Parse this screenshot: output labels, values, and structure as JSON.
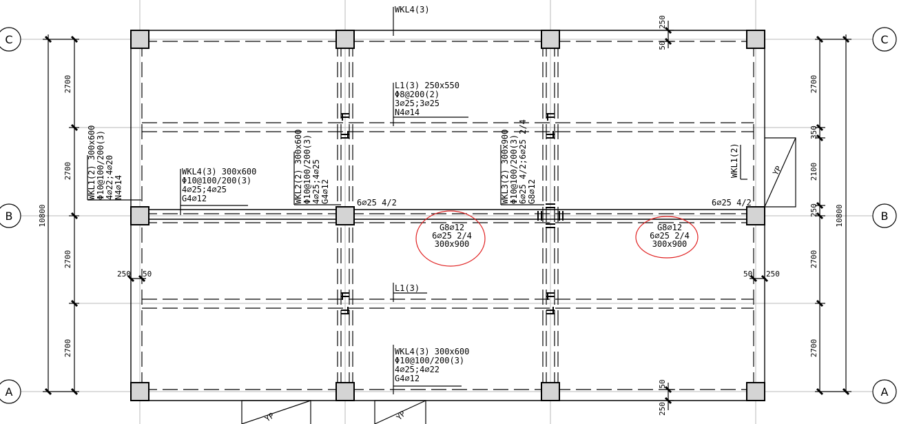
{
  "axes": {
    "c": "C",
    "b": "B",
    "a": "A"
  },
  "dimensions": {
    "left": [
      "2700",
      "2700",
      "2700",
      "2700"
    ],
    "left_total": "10800",
    "right": [
      "2700",
      "350",
      "2100",
      "250",
      "2700",
      "2700"
    ],
    "right_total": "10800",
    "top_offsets": [
      "250",
      "50"
    ],
    "bottom_offsets": [
      "50",
      "250"
    ],
    "mid_left": [
      "250",
      "50"
    ],
    "mid_right": [
      "50",
      "250"
    ]
  },
  "labels": {
    "wkl4_top": "WKL4(3)",
    "l1_first": [
      "L1(3) 250x550",
      "Φ8@200(2)",
      "3⌀25;3⌀25",
      "N4⌀14"
    ],
    "wkl4_mid": [
      "WKL4(3) 300x600",
      "Φ10@100/200(3)",
      "4⌀25;4⌀25",
      "G4⌀12"
    ],
    "wkl1_left": [
      "WKL1(2) 300x600",
      "Φ10@100/200(3)",
      "4⌀22;4⌀20",
      "N4⌀14"
    ],
    "wkl2": [
      "WKL2(2) 300x600",
      "Φ10@100/200(3)",
      "4⌀25;4⌀25",
      "G4⌀12"
    ],
    "wkl3": [
      "WKL3(2) 300x900",
      "Φ10@100/200(3)",
      "6⌀25 4/2;6⌀25 2/4",
      "G8⌀12"
    ],
    "wkl1_right": "WKL1(2)",
    "top_bar_mid": "6⌀25 4/2",
    "top_bar_right": "6⌀25 4/2",
    "l1_second": "L1(3)",
    "wkl4_bottom": [
      "WKL4(3) 300x600",
      "Φ10@100/200(3)",
      "4⌀25;4⌀22",
      "G4⌀12"
    ],
    "annotation_left": [
      "G8⌀12",
      "6⌀25 2/4",
      "300x900"
    ],
    "annotation_right": [
      "G8⌀12",
      "6⌀25 2/4",
      "300x900"
    ],
    "yp": "YP"
  },
  "colors": {
    "line": "#000000",
    "grid": "#b8b8b8",
    "column_fill": "#d4d4d4",
    "highlight": "#e02020"
  }
}
